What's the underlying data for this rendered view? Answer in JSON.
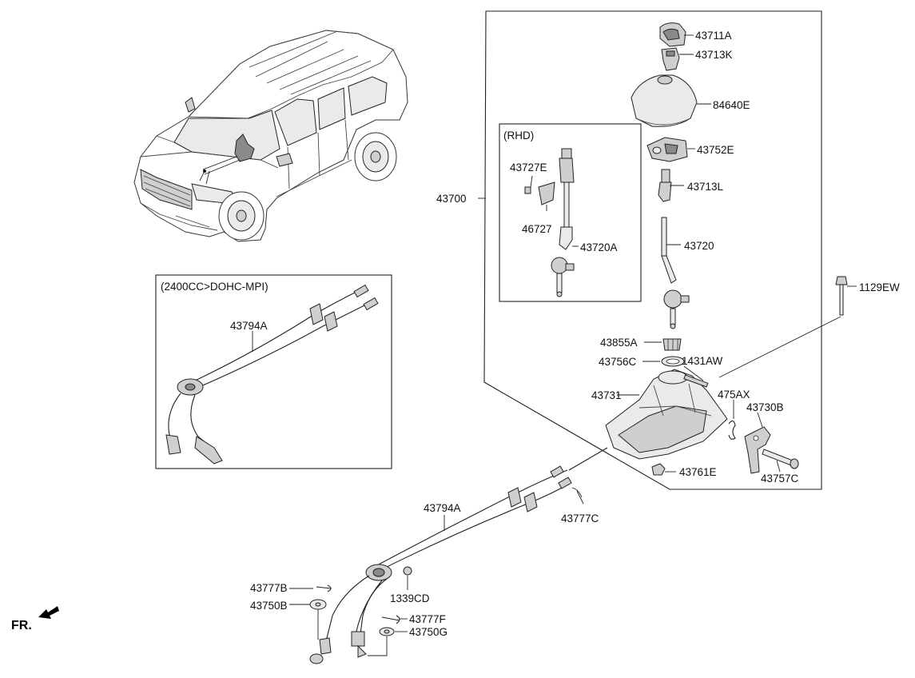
{
  "diagram": {
    "labels": {
      "p43711A": "43711A",
      "p43713K": "43713K",
      "p84640E": "84640E",
      "rhd": "(RHD)",
      "p43752E": "43752E",
      "p43727E": "43727E",
      "p43713L": "43713L",
      "p43700": "43700",
      "p46727": "46727",
      "p43720A": "43720A",
      "p43720": "43720",
      "p1129EW": "1129EW",
      "engine": "(2400CC>DOHC-MPI)",
      "p43794A_top": "43794A",
      "p43855A": "43855A",
      "p43756C": "43756C",
      "p1431AW": "1431AW",
      "p43731": "43731",
      "p475AX": "475AX",
      "p43730B": "43730B",
      "p43761E": "43761E",
      "p43757C": "43757C",
      "p43794A_bottom": "43794A",
      "p43777C": "43777C",
      "p43777B": "43777B",
      "p43750B": "43750B",
      "p1339CD": "1339CD",
      "p43777F": "43777F",
      "p43750G": "43750G",
      "fr": "FR."
    }
  }
}
